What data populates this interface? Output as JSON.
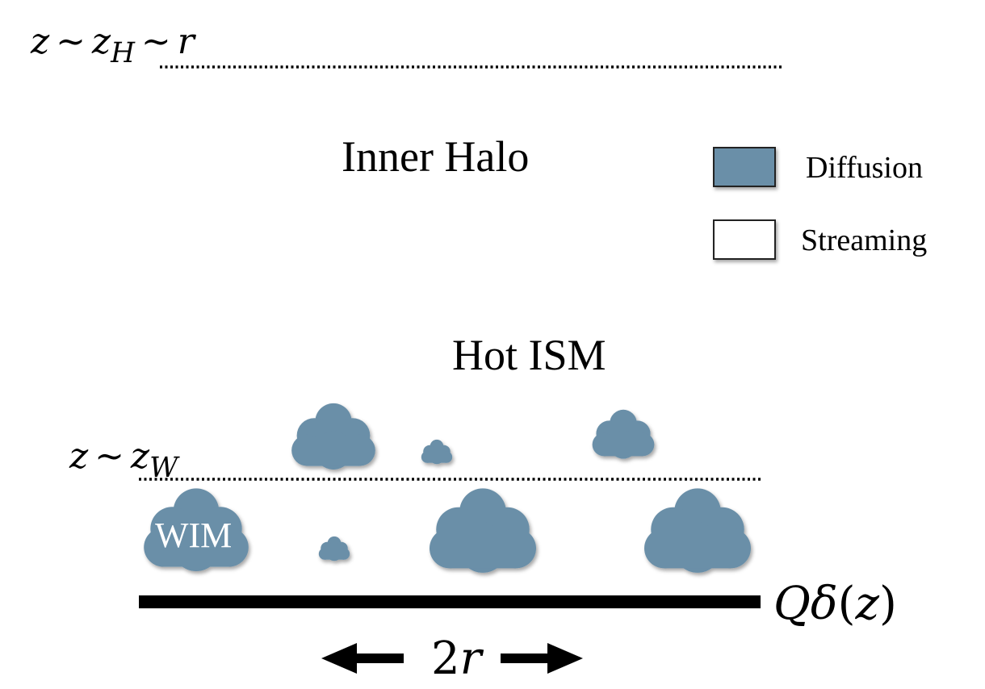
{
  "levels": {
    "top_label": {
      "z": "z",
      "sim1": "∼",
      "zh_base": "z",
      "zh_sub": "H",
      "sim2": "∼",
      "r": "r"
    },
    "wim_label": {
      "z": "z",
      "sim": "∼",
      "zw_base": "z",
      "zw_sub": "W"
    }
  },
  "regions": {
    "inner_halo": "Inner Halo",
    "hot_ism": "Hot ISM",
    "cloud_label": "WIM"
  },
  "legend": {
    "items": [
      {
        "label": "Diffusion",
        "fill": "#6b8fa8"
      },
      {
        "label": "Streaming",
        "fill": "#ffffff"
      }
    ]
  },
  "source": {
    "Q": "Q",
    "delta": "δ",
    "open": "(",
    "z": "z",
    "close": ")"
  },
  "scale": {
    "two": "2",
    "r": "r"
  },
  "colors": {
    "cloud": "#6b8fa8",
    "line": "#000000"
  }
}
